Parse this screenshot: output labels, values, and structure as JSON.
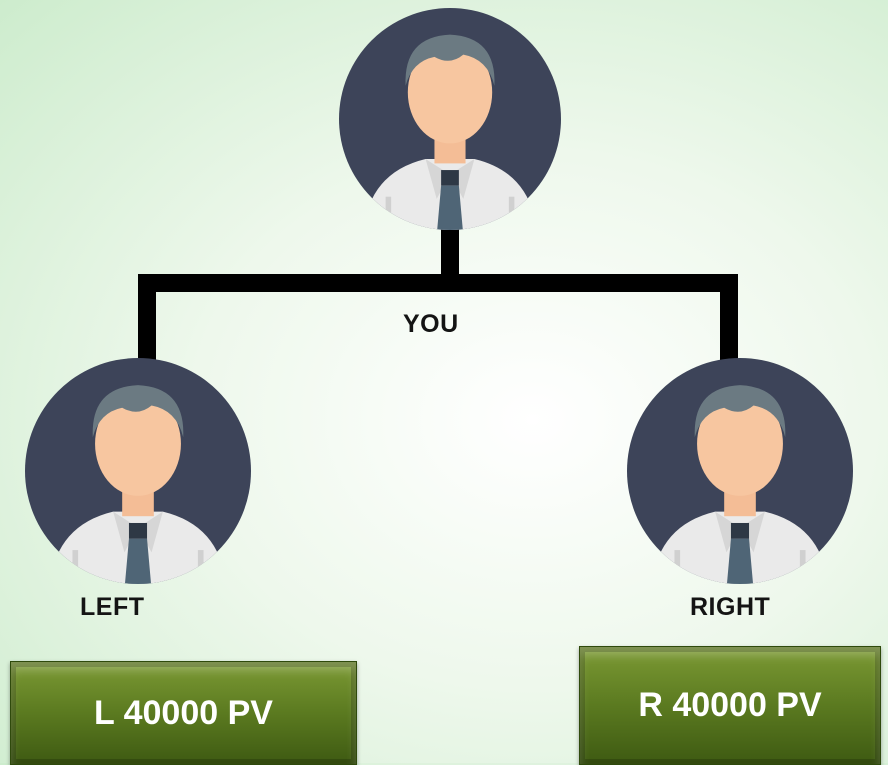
{
  "nodes": {
    "top": {
      "label": "YOU"
    },
    "left": {
      "label": "LEFT"
    },
    "right": {
      "label": "RIGHT"
    }
  },
  "pv_boxes": {
    "left": "L 40000 PV",
    "right": "R 40000 PV"
  },
  "colors": {
    "avatar_circle": "#3d4459",
    "skin": "#f7c6a0",
    "hair": "#6b7a82",
    "shirt": "#eaeaea",
    "tie": "#4f6576",
    "connector": "#000000",
    "pv_box": "#5b7a20"
  }
}
